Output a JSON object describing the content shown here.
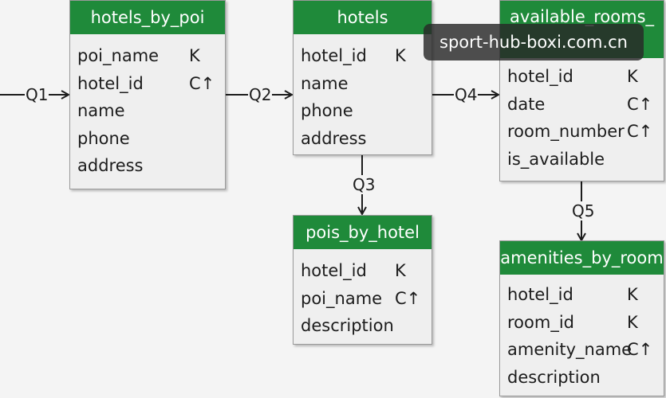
{
  "tables": {
    "hotels_by_poi": {
      "title": "hotels_by_poi",
      "rows": [
        {
          "name": "poi_name",
          "flag": "K"
        },
        {
          "name": "hotel_id",
          "flag": "C↑"
        },
        {
          "name": "name",
          "flag": ""
        },
        {
          "name": "phone",
          "flag": ""
        },
        {
          "name": "address",
          "flag": ""
        }
      ]
    },
    "hotels": {
      "title": "hotels",
      "rows": [
        {
          "name": "hotel_id",
          "flag": "K"
        },
        {
          "name": "name",
          "flag": ""
        },
        {
          "name": "phone",
          "flag": ""
        },
        {
          "name": "address",
          "flag": ""
        }
      ]
    },
    "available_rooms": {
      "title": "available_rooms_",
      "rows": [
        {
          "name": "hotel_id",
          "flag": "K"
        },
        {
          "name": "date",
          "flag": "C↑"
        },
        {
          "name": "room_number",
          "flag": "C↑"
        },
        {
          "name": "is_available",
          "flag": ""
        }
      ]
    },
    "pois_by_hotel": {
      "title": "pois_by_hotel",
      "rows": [
        {
          "name": "hotel_id",
          "flag": "K"
        },
        {
          "name": "poi_name",
          "flag": "C↑"
        },
        {
          "name": "description",
          "flag": ""
        }
      ]
    },
    "amenities_by_room": {
      "title": "amenities_by_room",
      "rows": [
        {
          "name": "hotel_id",
          "flag": "K"
        },
        {
          "name": "room_id",
          "flag": "K"
        },
        {
          "name": "amenity_name",
          "flag": "C↑"
        },
        {
          "name": "description",
          "flag": ""
        }
      ]
    }
  },
  "queries": {
    "q1": "Q1",
    "q2": "Q2",
    "q3": "Q3",
    "q4": "Q4",
    "q5": "Q5"
  },
  "watermark": "sport-hub-boxi.com.cn",
  "colors": {
    "header_green": "#1f8a3a",
    "header_text": "#ffffff",
    "table_body": "#efefef",
    "background": "#f4f4f4"
  }
}
